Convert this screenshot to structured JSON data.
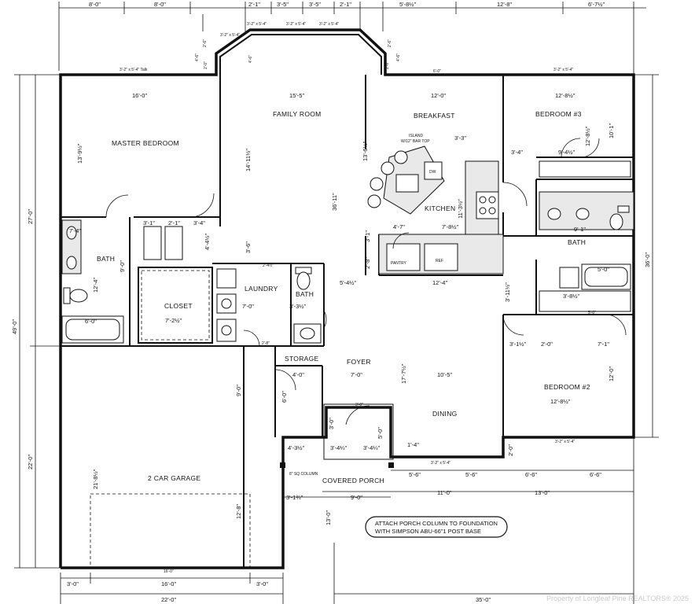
{
  "rooms": {
    "master_bedroom": "MASTER BEDROOM",
    "family_room": "FAMILY ROOM",
    "breakfast": "BREAKFAST",
    "bedroom3": "BEDROOM #3",
    "bath_left": "BATH",
    "closet": "CLOSET",
    "laundry": "LAUNDRY",
    "bath_center": "BATH",
    "kitchen": "KITCHEN",
    "bath_right": "BATH",
    "storage": "STORAGE",
    "foyer": "FOYER",
    "bedroom2": "BEDROOM #2",
    "dining": "DINING",
    "garage": "2 CAR GARAGE",
    "covered_porch": "COVERED PORCH",
    "island": "ISLAND",
    "island_bar": "W/12\" BAR TOP",
    "pantry": "PANTRY",
    "ref": "REF",
    "dw": "DW",
    "column": "8\" SQ COLUMN"
  },
  "note": {
    "line1": "ATTACH PORCH COLUMN TO FOUNDATION",
    "line2": "WITH SIMPSON ABU-66\"1 POST BASE"
  },
  "dimensions": {
    "top": [
      "8'-0\"",
      "8'-0\"",
      "2'-1\"",
      "3'-5\"",
      "3'-5\"",
      "2'-1\"",
      "5'-8½\"",
      "12'-8\"",
      "6'-7½\""
    ],
    "windows": [
      "3'-2\" x 5'-4\"",
      "3'-2\" x 5'-4\"",
      "3'-2\" x 5'-4\"",
      "3'-2\" x 5'-4\"",
      "3'-2\" x 5'-4\" Talk",
      "3'-2\" x 5'-4\"",
      "3'-2\" x 5'-4\""
    ],
    "bay": [
      "2'-6\"",
      "4'-6\"",
      "2'-0\"",
      "4'-6\"",
      "2'-6\"",
      "4'-6\"",
      "2'-0\"",
      "6'-0\""
    ],
    "master_w": "16'-0\"",
    "master_d": "13'-9½\"",
    "family_w": "15'-5\"",
    "family_d": "14'-11½\"",
    "breakfast_w": "12'-0\"",
    "breakfast_d": "13'-6½\"",
    "bed3_w": "12'-8½\"",
    "bed3_d": "10'-1\"",
    "bed3_d2": "12'-8½\"",
    "bed3_a": "3'-4\"",
    "bed3_b": "9'-4½\"",
    "island_dim": "3'-3\"",
    "kitchen_dim": "11'-3½\"",
    "house_depth": "36'-11\"",
    "left_overall": "49'-0\"",
    "left_upper": "27'-0\"",
    "left_lower": "22'-0\"",
    "right_overall": "36'-0\"",
    "bath_l1": "7'-4\"",
    "bath_l2": "9'-0\"",
    "bath_l3": "12'-4\"",
    "tub_l": "6'-0\"",
    "closet_w": "7'-2½\"",
    "closet_a": "3'-1\"",
    "closet_b": "2'-1\"",
    "closet_c": "3'-4\"",
    "closet_d": "4'-4½\"",
    "laundry_a": "3'-6\"",
    "laundry_b": "7'-0\"",
    "laundry_c": "3'-3½\"",
    "laundry_d": "2'-4½\"",
    "kit_a": "4'-7\"",
    "kit_b": "7'-8½\"",
    "kit_c": "3'-1\"",
    "kit_d": "2'-8\"",
    "kit_e": "12'-4\"",
    "hall": "5'-4½\"",
    "bath_r1": "9'-1\"",
    "bath_r2": "5'-0\"",
    "bath_r3": "3'-8½\"",
    "bath_r4": "3'-11½\"",
    "bath_r5": "5'-0\"",
    "bath_r6": "3'-1½\"",
    "bath_r7": "2'-0\"",
    "bath_r8": "7'-1\"",
    "bed2_w": "12'-8½\"",
    "bed2_d": "12'-0\"",
    "storage_w": "4'-0\"",
    "storage_d": "6'-0\"",
    "storage_h": "9'-0\"",
    "foyer_w": "7'-0\"",
    "foyer_d": "17'-7½\"",
    "dining_w": "10'-5\"",
    "garage_d": "21'-8½\"",
    "garage_door_h": "12'-8\"",
    "garage_w": "16'-0\"",
    "porch_a": "4'-3½\"",
    "porch_b": "3'-4¼\"",
    "porch_c": "3'-4¼\"",
    "porch_d": "5'-0\"",
    "porch_e": "3'-0\"",
    "porch_f": "3'-1¾\"",
    "porch_g": "9'-0\"",
    "porch_h": "13'-0\"",
    "porch_i": "1'-4\"",
    "porch_door": "3'-0\"",
    "front_a": "5'-6\"",
    "front_b": "5'-6\"",
    "front_c": "6'-6\"",
    "front_d": "6'-6\"",
    "front_e": "11'-0\"",
    "front_f": "13'-0\"",
    "front_g": "2'-0\"",
    "bottom": [
      "3'-0\"",
      "16'-0\"",
      "3'-0\"",
      "22'-0\"",
      "35'-0\""
    ],
    "bath_c": "2'-8\"",
    "bath_c2": "3'-3½\""
  },
  "watermark": "Property of Longleaf Pine REALTORS® 2025"
}
